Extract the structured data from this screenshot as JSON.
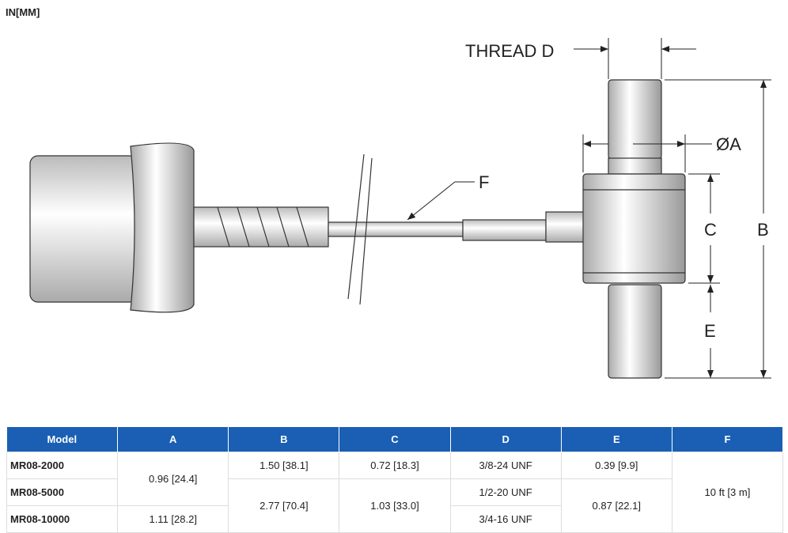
{
  "units": "IN[MM]",
  "labels": {
    "thread": "THREAD D",
    "dia": "ØA",
    "c": "C",
    "b": "B",
    "e": "E",
    "f": "F"
  },
  "table": {
    "headers": [
      "Model",
      "A",
      "B",
      "C",
      "D",
      "E",
      "F"
    ],
    "models": [
      "MR08-2000",
      "MR08-5000",
      "MR08-10000"
    ],
    "a": [
      "0.96 [24.4]",
      "1.11 [28.2]"
    ],
    "b": [
      "1.50 [38.1]",
      "2.77 [70.4]"
    ],
    "c": [
      "0.72 [18.3]",
      "1.03 [33.0]"
    ],
    "d": [
      "3/8-24 UNF",
      "1/2-20 UNF",
      "3/4-16 UNF"
    ],
    "e": [
      "0.39 [9.9]",
      "0.87 [22.1]"
    ],
    "f": "10 ft [3 m]"
  },
  "colors": {
    "header": "#1a5fb4"
  }
}
